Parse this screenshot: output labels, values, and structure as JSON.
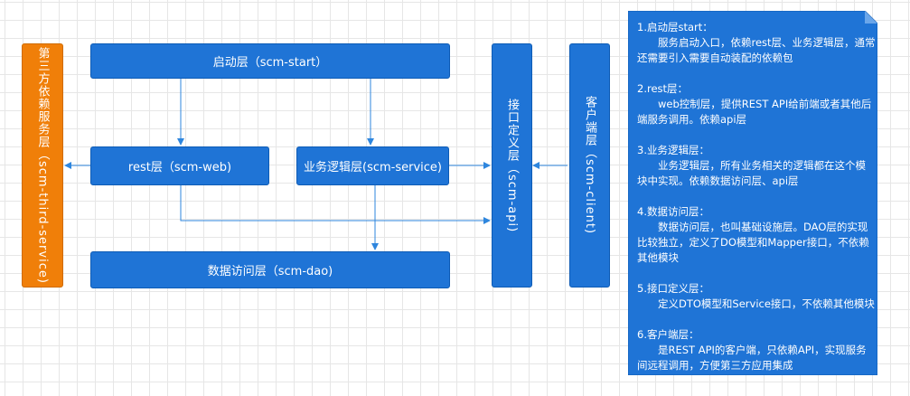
{
  "diagram": {
    "boxes": {
      "start": "启动层（scm-start）",
      "rest": "rest层（scm-web)",
      "service": "业务逻辑层(scm-service)",
      "dao": "数据访问层（scm-dao)",
      "api": "接口定义层（scm-api)",
      "client": "客户端层（scm-client)",
      "third": "第三方依赖服务层（scm-third-service)"
    },
    "colors": {
      "box_blue": "#1f74d6",
      "box_orange": "#f07f09",
      "arrow": "#2e86de"
    }
  },
  "note": {
    "sections": [
      {
        "title": "1.启动层start：",
        "body": "服务启动入口，依赖rest层、业务逻辑层，通常还需要引入需要自动装配的依赖包"
      },
      {
        "title": "2.rest层：",
        "body": "web控制层，提供REST API给前端或者其他后端服务调用。依赖api层"
      },
      {
        "title": "3.业务逻辑层：",
        "body": "业务逻辑层，所有业务相关的逻辑都在这个模块中实现。依赖数据访问层、api层"
      },
      {
        "title": "4.数据访问层：",
        "body": "数据访问层，也叫基础设施层。DAO层的实现比较独立，定义了DO模型和Mapper接口，不依赖其他模块"
      },
      {
        "title": "5.接口定义层：",
        "body": "定义DTO模型和Service接口，不依赖其他模块"
      },
      {
        "title": "6.客户端层：",
        "body": "是REST API的客户端，只依赖API，实现服务间远程调用，方便第三方应用集成"
      }
    ]
  }
}
